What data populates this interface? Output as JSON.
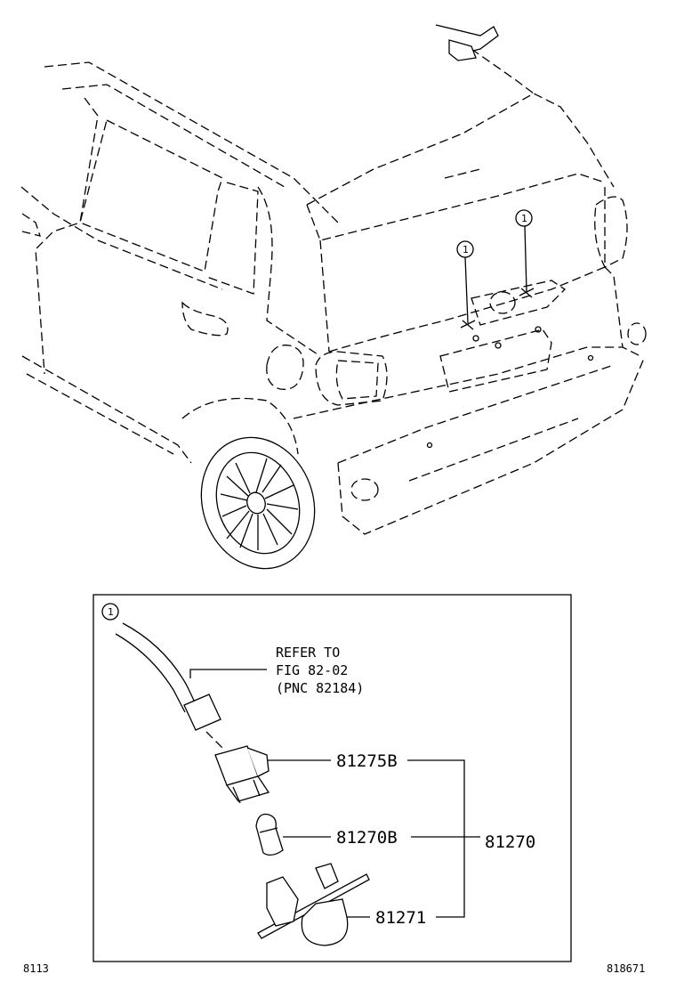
{
  "callout_symbol": "1",
  "refer_note": {
    "line1": "REFER TO",
    "line2": "FIG 82-02",
    "line3": "(PNC 82184)"
  },
  "parts": {
    "socket": "81275B",
    "bulb": "81270B",
    "lens": "81271",
    "assembly": "81270"
  },
  "footer": {
    "left_code": "8113",
    "right_code": "818671"
  }
}
